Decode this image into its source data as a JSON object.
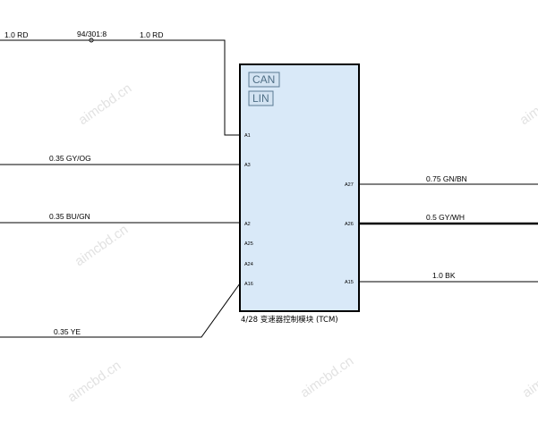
{
  "top_wire": {
    "left_label": "1.0 RD",
    "splice_label": "94/301:8",
    "right_label": "1.0 RD"
  },
  "module": {
    "tags": [
      "CAN",
      "LIN"
    ],
    "caption": "4/28 变速器控制模块 (TCM)",
    "left_pins": [
      "A1",
      "A3",
      "A2",
      "A25",
      "A24",
      "A16"
    ],
    "right_pins": [
      "A27",
      "A26",
      "A15"
    ]
  },
  "left_wires": [
    "0.35 GY/OG",
    "0.35 BU/GN",
    "0.35 YE"
  ],
  "right_wires": [
    "0.75 GN/BN",
    "0.5 GY/WH",
    "1.0 BK"
  ],
  "watermark": "aimcbd.cn",
  "colors": {
    "module_fill": "#d9e9f8",
    "tag_fill": "#d3e3f2",
    "tag_stroke": "#5a7a93",
    "watermark": "#e2e2e2"
  }
}
